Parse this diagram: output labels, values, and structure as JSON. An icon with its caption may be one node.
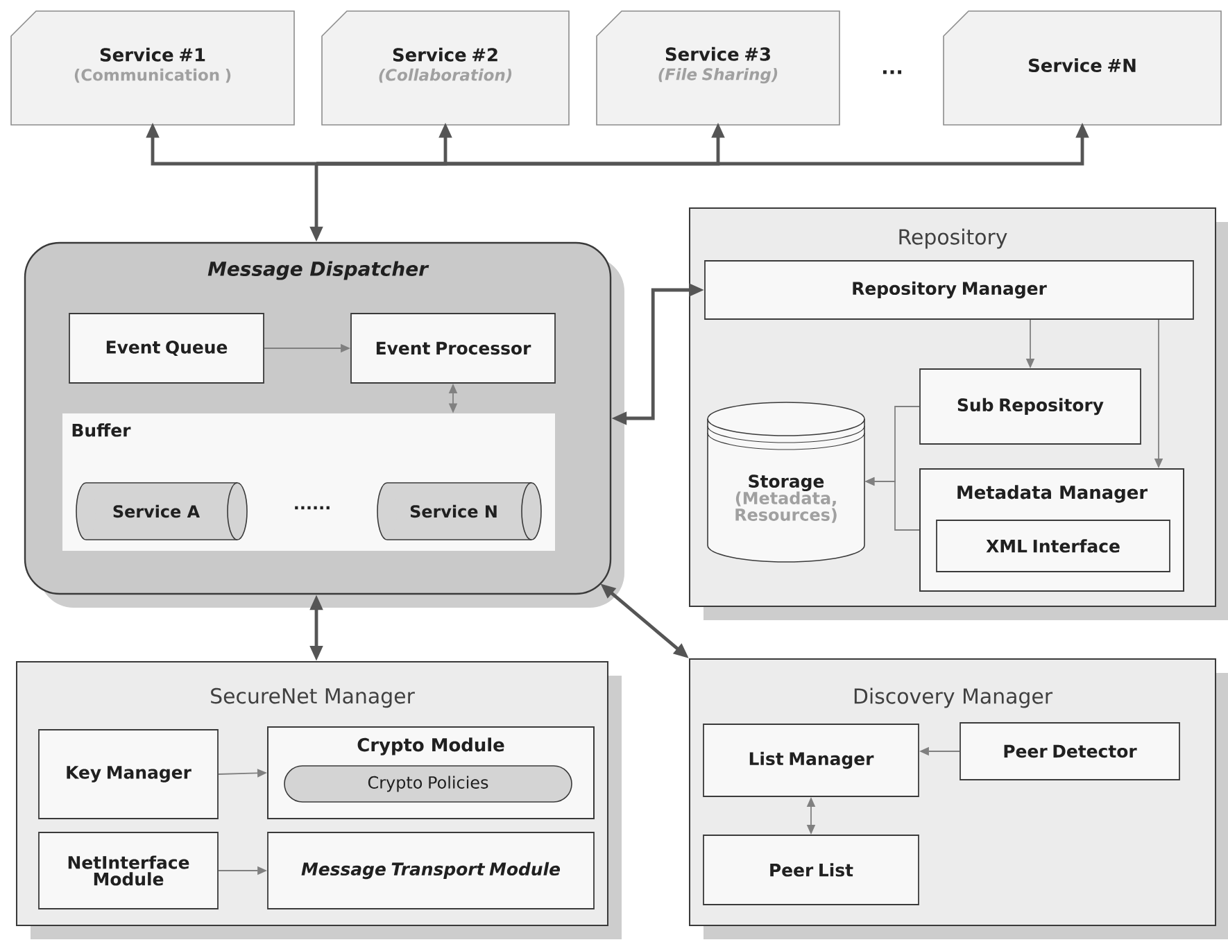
{
  "diagram": {
    "nodes": [
      {
        "text": [
          "Service #1",
          "(Communication )"
        ]
      },
      {
        "text": [
          "Service #2",
          "(Collaboration)"
        ]
      },
      {
        "text": [
          "Service #3",
          "(File Sharing)"
        ]
      },
      {
        "text": [
          "Service #N"
        ]
      },
      {
        "text": [
          "Message Dispatcher"
        ]
      },
      {
        "text": [
          "Event Queue"
        ],
        "in": 4
      },
      {
        "text": [
          "Event Processor"
        ],
        "in": 4
      },
      {
        "text": [
          "Buffer"
        ],
        "in": 4
      },
      {
        "text": [
          "Service A"
        ],
        "in": 7
      },
      {
        "text": [
          "Service N"
        ],
        "in": 7
      },
      {
        "text": [
          "Repository"
        ]
      },
      {
        "text": [
          "Repository Manager"
        ],
        "in": 10
      },
      {
        "text": [
          "Sub Repository"
        ],
        "in": 10
      },
      {
        "text": [
          "Storage",
          "(Metadata, Resources)"
        ],
        "in": 10
      },
      {
        "text": [
          "Metadata Manager"
        ],
        "in": 10
      },
      {
        "text": [
          "XML Interface"
        ],
        "in": 14
      },
      {
        "text": [
          "SecureNet Manager"
        ]
      },
      {
        "text": [
          "Key Manager"
        ],
        "in": 16
      },
      {
        "text": [
          "Crypto Module"
        ],
        "in": 16
      },
      {
        "text": [
          "Crypto Policies"
        ],
        "in": 18
      },
      {
        "text": [
          "NetInterface Module"
        ],
        "in": 16
      },
      {
        "text": [
          "Message Transport Module"
        ],
        "in": 16
      },
      {
        "text": [
          "Discovery Manager"
        ]
      },
      {
        "text": [
          "List Manager"
        ],
        "in": 22
      },
      {
        "text": [
          "Peer Detector"
        ],
        "in": 22
      },
      {
        "text": [
          "Peer List"
        ],
        "in": 22
      }
    ],
    "edges": [
      {
        "from": 4,
        "to": 0,
        "arrow": "both",
        "style": "thick",
        "color": "#555555"
      },
      {
        "from": 4,
        "to": 1,
        "arrow": "both",
        "style": "thick",
        "color": "#555555"
      },
      {
        "from": 4,
        "to": 2,
        "arrow": "both",
        "style": "thick",
        "color": "#555555"
      },
      {
        "from": 4,
        "to": 3,
        "arrow": "both",
        "style": "thick",
        "color": "#555555"
      },
      {
        "from": 4,
        "to": 11,
        "arrow": "both",
        "style": "thick",
        "color": "#555555"
      },
      {
        "from": 5,
        "to": 6,
        "arrow": "to"
      },
      {
        "from": 6,
        "to": 7,
        "arrow": "both"
      },
      {
        "from": 11,
        "to": 12,
        "arrow": "to"
      },
      {
        "from": 11,
        "to": 14,
        "arrow": "to"
      },
      {
        "from": 12,
        "to": 13,
        "arrow": "to"
      },
      {
        "from": 14,
        "to": 13,
        "arrow": "to"
      },
      {
        "from": 4,
        "to": 16,
        "arrow": "both",
        "style": "thick",
        "color": "#555555"
      },
      {
        "from": 4,
        "to": 22,
        "arrow": "both",
        "style": "thick",
        "color": "#555555"
      },
      {
        "from": 17,
        "to": 18,
        "arrow": "to"
      },
      {
        "from": 20,
        "to": 21,
        "arrow": "to"
      },
      {
        "from": 24,
        "to": 23,
        "arrow": "to"
      },
      {
        "from": 23,
        "to": 25,
        "arrow": "both"
      }
    ],
    "labels": [
      "...",
      "......"
    ]
  }
}
